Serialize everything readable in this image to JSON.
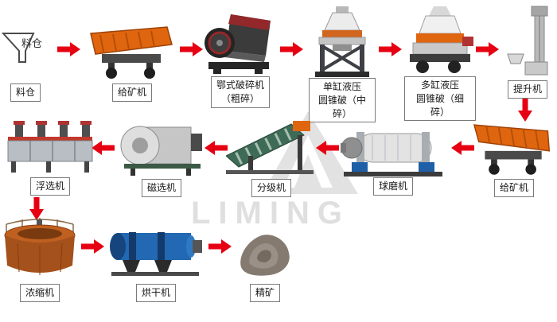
{
  "watermark": {
    "text": "LIMING"
  },
  "colors": {
    "arrow_red": "#e60012",
    "label_border": "#7a7a7a",
    "feeder_orange": "#e0650f",
    "dryer_blue": "#2268b2",
    "background": "#ffffff"
  },
  "nodes": {
    "silo": {
      "icon_text": "料仓",
      "label": "料仓"
    },
    "feeder1": {
      "label": "给矿机"
    },
    "jaw_crusher": {
      "label": "鄂式破碎机\n（粗碎）"
    },
    "cone_single": {
      "label": "单缸液压\n圆锥破（中碎）"
    },
    "cone_multi": {
      "label": "多缸液压\n圆锥破（细碎）"
    },
    "elevator": {
      "label": "提升机"
    },
    "feeder2": {
      "label": "给矿机"
    },
    "ball_mill": {
      "label": "球磨机"
    },
    "classifier": {
      "label": "分级机"
    },
    "magnetic_separator": {
      "label": "磁选机"
    },
    "flotation": {
      "label": "浮选机"
    },
    "thickener": {
      "label": "浓缩机"
    },
    "dryer": {
      "label": "烘干机"
    },
    "concentrate": {
      "label": "精矿"
    }
  }
}
